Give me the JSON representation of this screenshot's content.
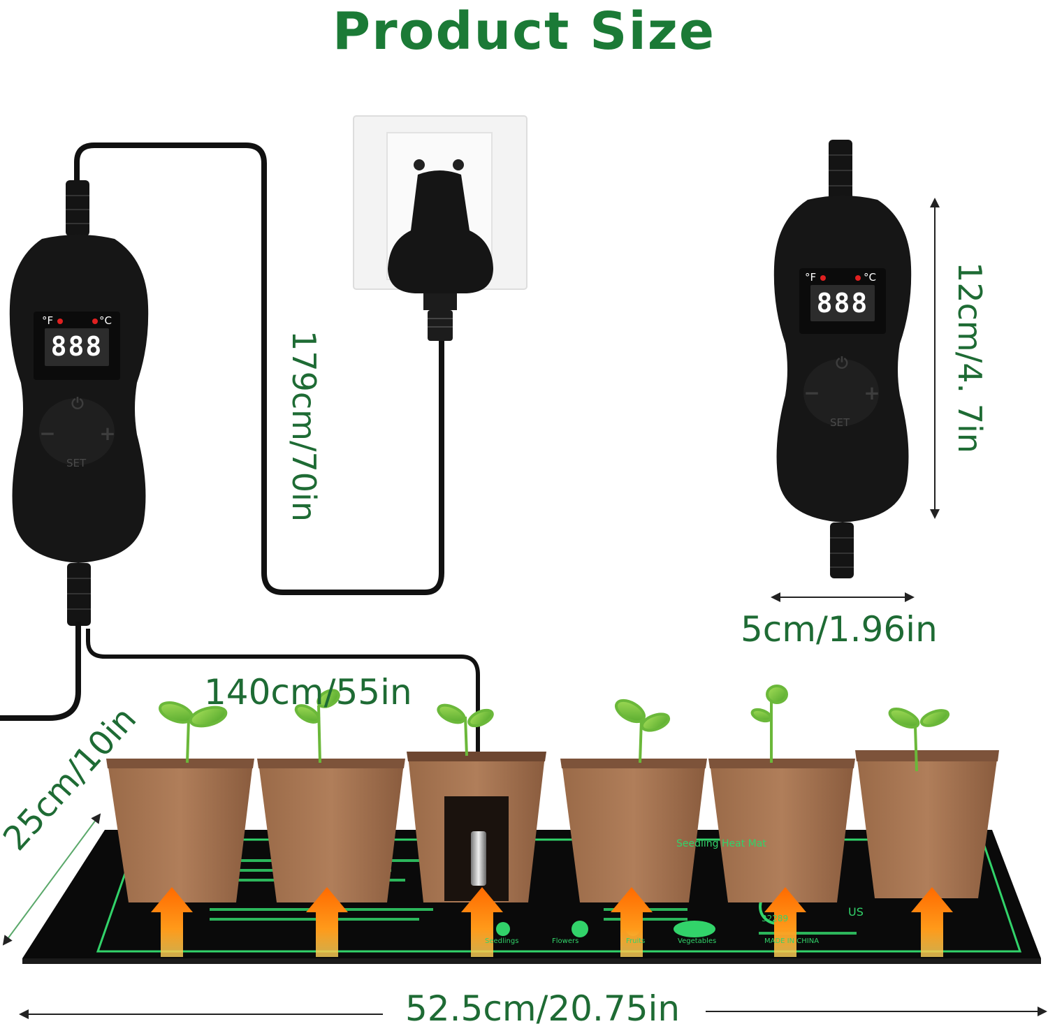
{
  "title": "Product Size",
  "dimensions": {
    "cord_length": "179cm/70in",
    "controller_height": "12cm/4. 7in",
    "controller_width": "5cm/1.96in",
    "sensor_length": "140cm/55in",
    "mat_depth": "25cm/10in",
    "mat_width": "52.5cm/20.75in"
  },
  "controller": {
    "display": "888",
    "unit_f": "°F",
    "unit_c": "°C",
    "minus": "−",
    "plus": "+",
    "set": "SET",
    "power_icon": "power-icon"
  },
  "mat": {
    "heading": "Seedling Heat Mat",
    "cert": "US",
    "cert_code": "32289",
    "cat_seedlings": "Seedlings",
    "cat_flowers": "Flowers",
    "cat_fruits": "Fruits",
    "cat_vegetables": "Vegetables",
    "made_in": "MADE IN CHINA"
  },
  "colors": {
    "label_green": "#1e6b34",
    "mat_glow": "#32d36a",
    "heat_arrow": "#ff7a00"
  }
}
